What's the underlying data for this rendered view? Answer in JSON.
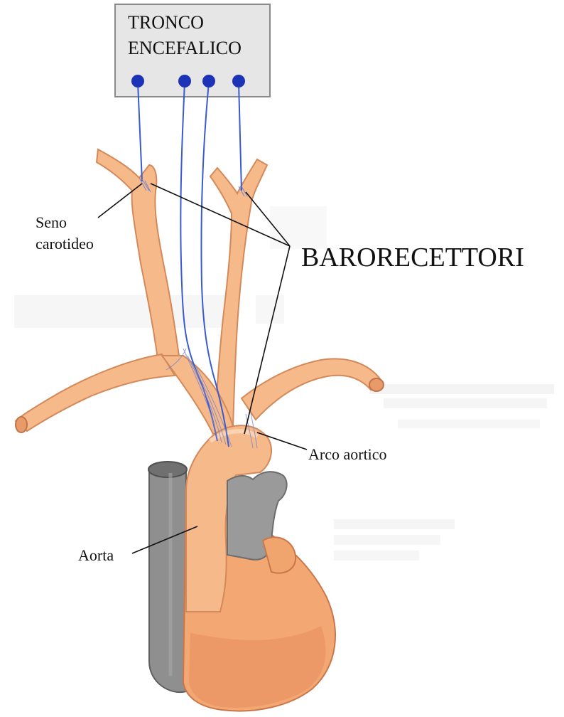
{
  "brainstem": {
    "line1": "TRONCO",
    "line2": "ENCEFALICO"
  },
  "labels": {
    "carotid_sinus_line1": "Seno",
    "carotid_sinus_line2": "carotideo",
    "baroreceptors": "BARORECETTORI",
    "aortic_arch": "Arco aortico",
    "aorta": "Aorta"
  },
  "colors": {
    "artery": "#f6b98a",
    "artery_outline": "#d4895a",
    "vein": "#8f8f8f",
    "vein_dark": "#707070",
    "nerve": "#3a5bd0",
    "node": "#1c33b8",
    "box_fill": "#e6e6e6",
    "box_border": "#8a8a8a",
    "heart": "#f3a873",
    "heart_shade": "#e88c5c"
  }
}
